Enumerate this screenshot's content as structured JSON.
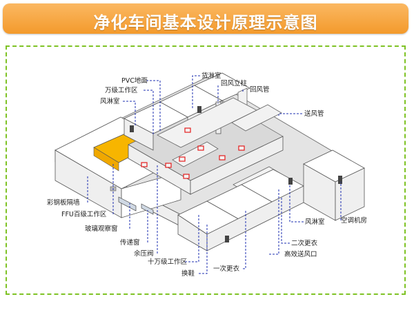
{
  "title": "净化车间基本设计原理示意图",
  "colors": {
    "banner": "#f6a33e",
    "frame": "#7ec224",
    "leader": "#1e2fb0",
    "highlight": "#f7b500",
    "outlet": "#e41b1b"
  },
  "labels": {
    "pvc_floor": "PVC地面",
    "clean_100k_zone": "万级工作区",
    "air_shower_top": "风淋室",
    "cargo_shower": "货淋室",
    "return_air_column": "回风立柱",
    "return_air_duct": "回风管",
    "supply_air_duct": "送风管",
    "color_steel_wall": "彩钢板隔墙",
    "ffu_class100_zone": "FFU百级工作区",
    "glass_window": "玻璃观察窗",
    "pass_box": "传递窗",
    "pressure_damper": "余压阀",
    "class_100k_zone": "十万级工作区",
    "shoe_change": "换鞋",
    "first_change": "一次更衣",
    "air_shower_bottom": "风淋室",
    "second_change": "二次更衣",
    "hepa_outlet": "高效送风口",
    "ac_room": "空调机房"
  }
}
